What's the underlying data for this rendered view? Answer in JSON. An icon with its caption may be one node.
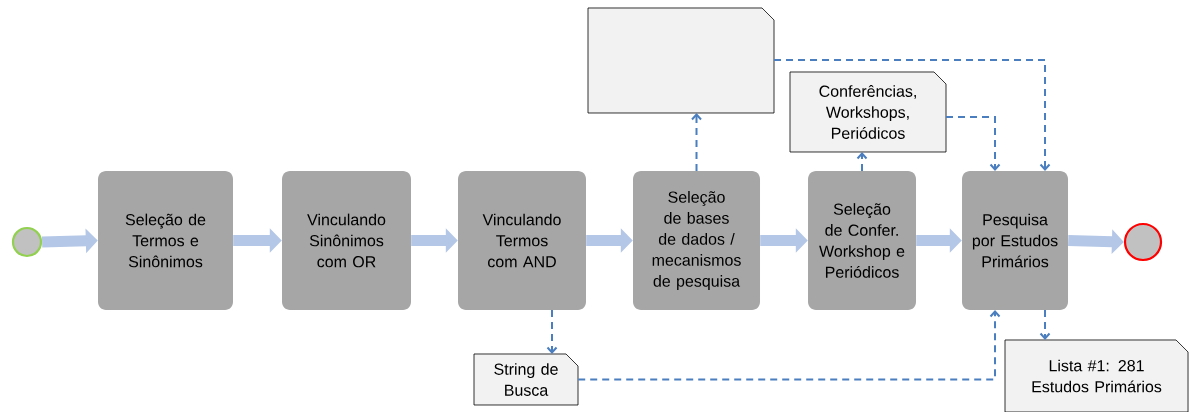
{
  "diagram": {
    "nodes": [
      {
        "text": [],
        "shape": "circle"
      },
      {
        "text": [
          "Seleção de Termos e Sinônimos"
        ]
      },
      {
        "text": [
          "Vinculando Sinônimos com OR"
        ]
      },
      {
        "text": [
          "Vinculando Termos com AND"
        ]
      },
      {
        "text": [
          "Seleção de bases de dados / mecanismos de pesquisa"
        ]
      },
      {
        "text": [
          "Seleção de Confer. Workshop e Periódicos"
        ]
      },
      {
        "text": [
          "Pesquisa por Estudos Primários"
        ]
      },
      {
        "text": [],
        "shape": "circle"
      },
      {
        "text": [],
        "shape": "note"
      },
      {
        "text": [
          "Conferências, Workshops, Periódicos"
        ]
      },
      {
        "text": [
          "String de Busca"
        ]
      },
      {
        "text": [
          "Lista #1: 281 Estudos Primários"
        ]
      }
    ],
    "edges": [
      {
        "from": 0,
        "to": 1,
        "arrow": "to",
        "style": "thick"
      },
      {
        "from": 1,
        "to": 2,
        "arrow": "to",
        "style": "thick"
      },
      {
        "from": 2,
        "to": 3,
        "arrow": "to",
        "style": "thick"
      },
      {
        "from": 3,
        "to": 4,
        "arrow": "to",
        "style": "thick"
      },
      {
        "from": 4,
        "to": 5,
        "arrow": "to",
        "style": "thick"
      },
      {
        "from": 5,
        "to": 6,
        "arrow": "to",
        "style": "thick"
      },
      {
        "from": 6,
        "to": 7,
        "arrow": "to",
        "style": "thick"
      },
      {
        "from": 4,
        "to": 8,
        "arrow": "to",
        "style": "dashed",
        "color": "#4a7ebf"
      },
      {
        "from": 5,
        "to": 9,
        "arrow": "to",
        "style": "dashed",
        "color": "#4a7ebf"
      },
      {
        "from": 8,
        "to": 6,
        "arrow": "to",
        "style": "dashed",
        "color": "#4a7ebf"
      },
      {
        "from": 9,
        "to": 6,
        "arrow": "to",
        "style": "dashed",
        "color": "#4a7ebf"
      },
      {
        "from": 3,
        "to": 10,
        "arrow": "to",
        "style": "dashed",
        "color": "#4a7ebf"
      },
      {
        "from": 10,
        "to": 6,
        "arrow": "to",
        "style": "dashed",
        "color": "#4a7ebf"
      },
      {
        "from": 6,
        "to": 11,
        "arrow": "to",
        "style": "dashed",
        "color": "#4a7ebf"
      }
    ]
  }
}
